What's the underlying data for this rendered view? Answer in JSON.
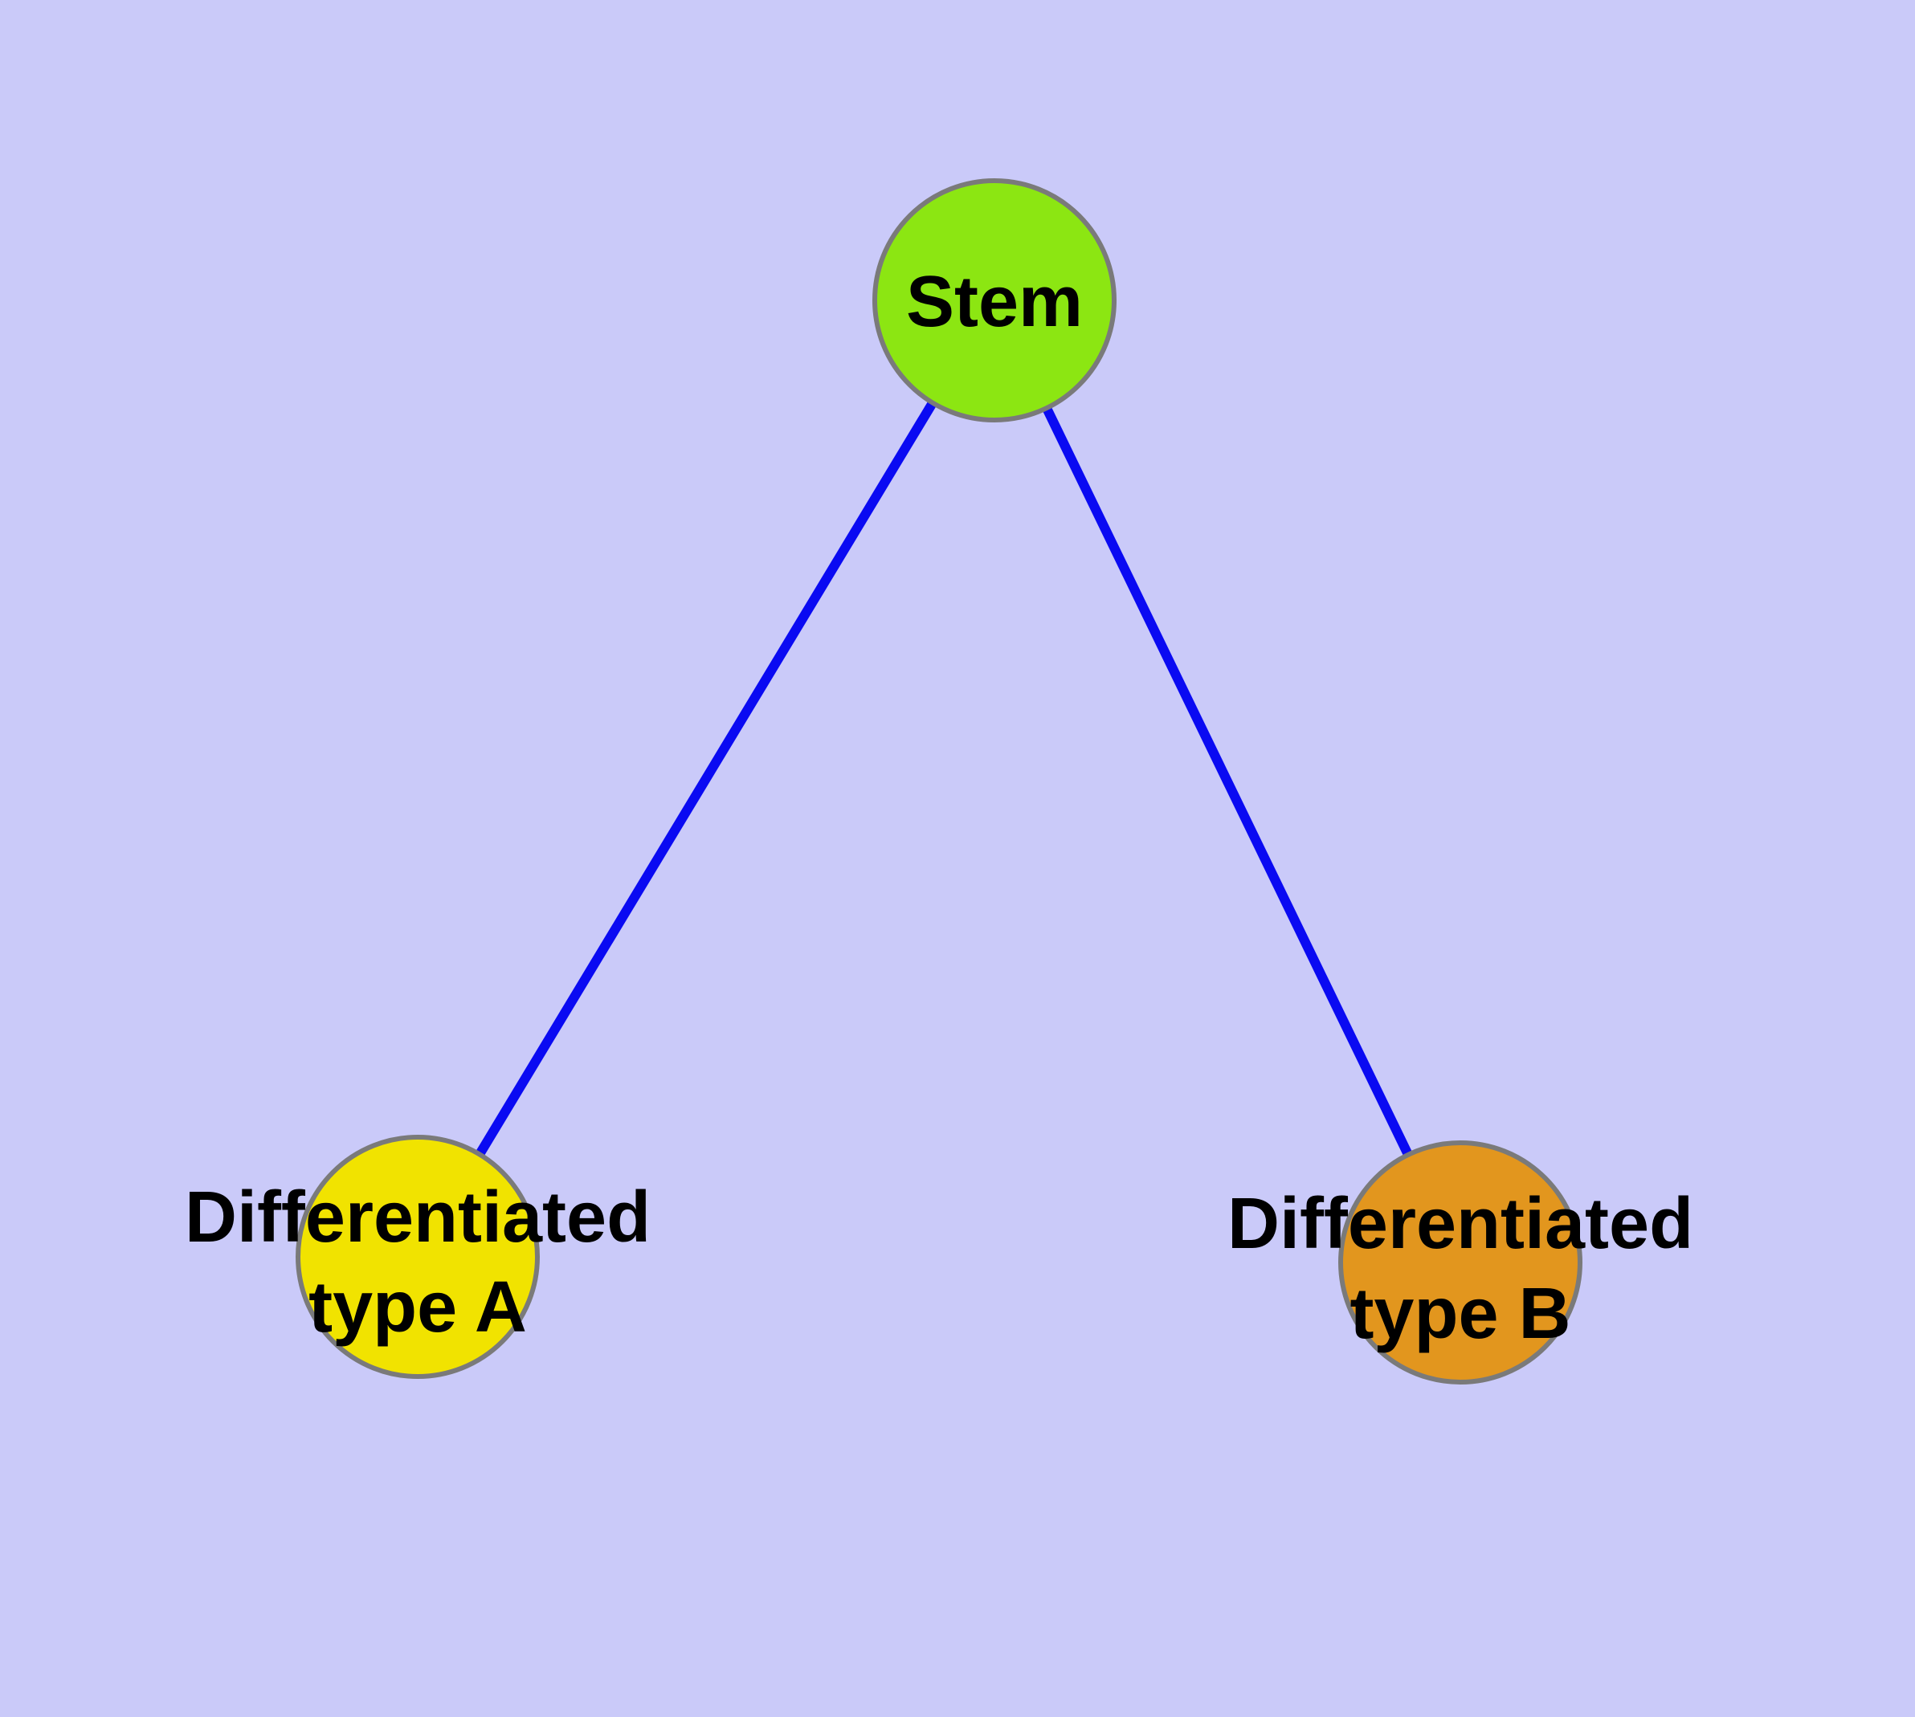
{
  "diagram": {
    "type": "graph",
    "background_color": "#CACAF9",
    "edge_color": "#0A0AF2",
    "node_border_color": "#7A7A7A",
    "text_color": "#000000",
    "nodes": [
      {
        "id": "stem",
        "label": "Stem",
        "color": "#8CE612"
      },
      {
        "id": "differentiated-type-a",
        "label": "Differentiated\ntype A",
        "color": "#F1E300"
      },
      {
        "id": "differentiated-type-b",
        "label": "Differentiated\ntype B",
        "color": "#E2961E"
      }
    ],
    "edges": [
      {
        "from": "stem",
        "to": "differentiated-type-a"
      },
      {
        "from": "stem",
        "to": "differentiated-type-b"
      }
    ]
  }
}
